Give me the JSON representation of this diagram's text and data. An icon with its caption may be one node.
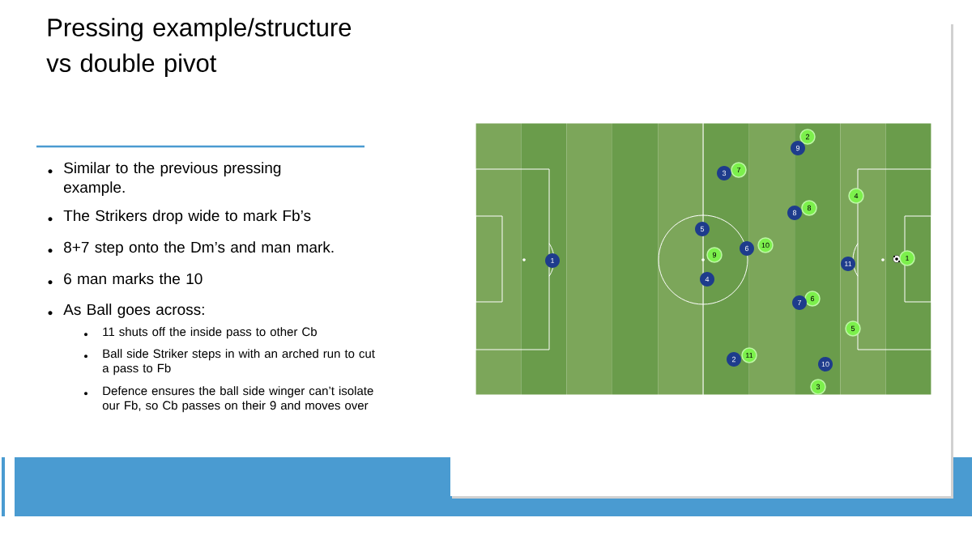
{
  "diagram": {
    "title": "Pressing example/structure vs double pivot",
    "nodes": [
      {
        "text": [
          "2"
        ]
      },
      {
        "text": [
          "9"
        ]
      },
      {
        "text": [
          "3"
        ]
      },
      {
        "text": [
          "7"
        ]
      },
      {
        "text": [
          "4"
        ]
      },
      {
        "text": [
          "8"
        ]
      },
      {
        "text": [
          "8"
        ]
      },
      {
        "text": [
          "5"
        ]
      },
      {
        "text": [
          "10"
        ]
      },
      {
        "text": [
          "6"
        ]
      },
      {
        "text": [
          "9"
        ]
      },
      {
        "text": [
          "1"
        ]
      },
      {
        "text": [
          "11"
        ]
      },
      {
        "text": [
          "1"
        ]
      },
      {
        "text": [
          "4"
        ]
      },
      {
        "text": [
          "6"
        ]
      },
      {
        "text": [
          "7"
        ]
      },
      {
        "text": [
          "5"
        ]
      },
      {
        "text": [
          "11"
        ]
      },
      {
        "text": [
          "2"
        ]
      },
      {
        "text": [
          "10"
        ]
      },
      {
        "text": [
          "3"
        ]
      }
    ],
    "labels": [
      "Similar to the previous pressing example.",
      "The Strikers drop wide to mark Fb’s",
      "8+7 step onto the Dm’s and man mark.",
      "6 man marks the 10",
      "As Ball goes across:",
      "11 shuts off the inside pass to other Cb",
      "Ball side Striker steps in with an arched run to cut a pass to Fb",
      "Defence ensures the ball side winger can’t isolate our Fb, so Cb passes on their 9 and moves over"
    ]
  }
}
